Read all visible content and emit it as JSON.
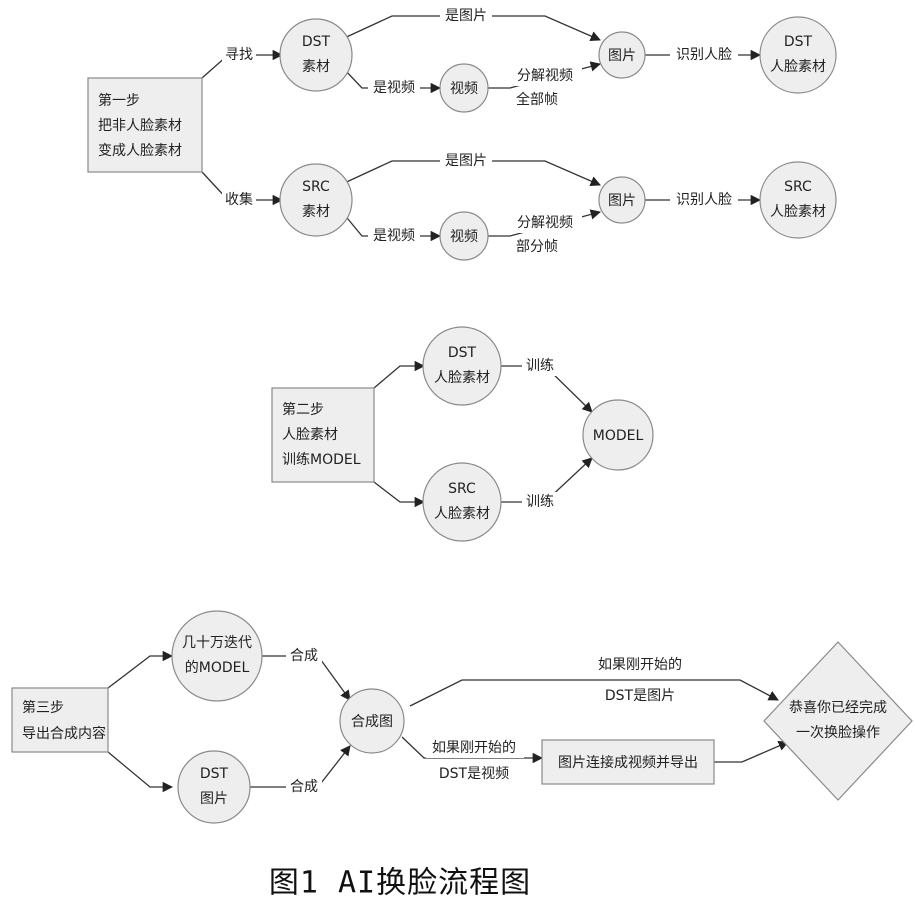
{
  "step1": {
    "box": [
      "第一步",
      "把非人脸素材",
      "变成人脸素材"
    ],
    "dst": [
      "DST",
      "素材"
    ],
    "src": [
      "SRC",
      "素材"
    ],
    "find": "寻找",
    "collect": "收集",
    "is_image": "是图片",
    "is_video": "是视频",
    "video": "视频",
    "image": "图片",
    "split_all": [
      "分解视频",
      "全部帧"
    ],
    "split_some": [
      "分解视频",
      "部分帧"
    ],
    "recognize": "识别人脸",
    "dst_face": [
      "DST",
      "人脸素材"
    ],
    "src_face": [
      "SRC",
      "人脸素材"
    ]
  },
  "step2": {
    "box": [
      "第二步",
      "人脸素材",
      "训练MODEL"
    ],
    "dst_face": [
      "DST",
      "人脸素材"
    ],
    "src_face": [
      "SRC",
      "人脸素材"
    ],
    "train": "训练",
    "model": "MODEL"
  },
  "step3": {
    "box": [
      "第三步",
      "导出合成内容"
    ],
    "model_node": [
      "几十万迭代",
      "的MODEL"
    ],
    "dst_img": [
      "DST",
      "图片"
    ],
    "merge": "合成",
    "merged": "合成图",
    "if_image": [
      "如果刚开始的",
      "DST是图片"
    ],
    "if_video": [
      "如果刚开始的",
      "DST是视频"
    ],
    "export": "图片连接成视频并导出",
    "done": [
      "恭喜你已经完成",
      "一次换脸操作"
    ]
  },
  "caption": "图1    AI换脸流程图"
}
